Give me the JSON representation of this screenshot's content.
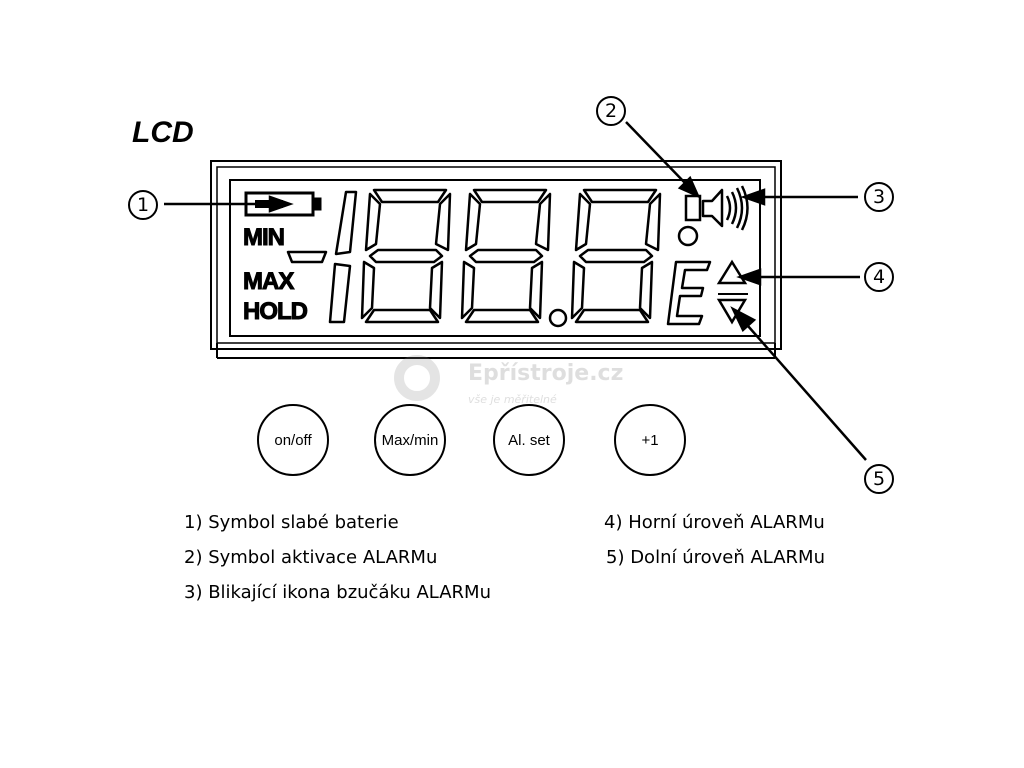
{
  "title": "LCD",
  "lcd": {
    "labels": [
      "MIN",
      "MAX",
      "HOLD"
    ],
    "digits": "188.8",
    "unit_char": "E"
  },
  "buttons": [
    "on/off",
    "Max/min",
    "Al. set",
    "+1"
  ],
  "markers": [
    "1",
    "2",
    "3",
    "4",
    "5"
  ],
  "legend": [
    "1)  Symbol slabé baterie",
    "2)  Symbol aktivace ALARMu",
    "3)  Blikající ikona bzučáku ALARMu",
    "4)  Horní úroveň ALARMu",
    "5)  Dolní úroveň ALARMu"
  ],
  "watermark": {
    "name": "Epřístroje.cz",
    "tagline": "vše je měřitelné"
  }
}
